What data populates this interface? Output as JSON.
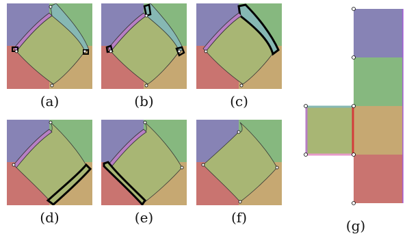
{
  "colors": {
    "purple": "#8783b5",
    "green": "#86b87f",
    "red": "#c97470",
    "tan": "#c6a872",
    "olive": "#a8b674",
    "magenta": "#b77fc4",
    "teal": "#86b8b3",
    "bright_red": "#d43b3b",
    "pink": "#e79ac9",
    "violet": "#a65ad6",
    "outline": "#000000"
  },
  "panels": [
    {
      "id": "a",
      "caption": "(a)"
    },
    {
      "id": "b",
      "caption": "(b)"
    },
    {
      "id": "c",
      "caption": "(c)"
    },
    {
      "id": "d",
      "caption": "(d)"
    },
    {
      "id": "e",
      "caption": "(e)"
    },
    {
      "id": "f",
      "caption": "(f)"
    }
  ],
  "layout_g": {
    "caption": "(g)"
  }
}
